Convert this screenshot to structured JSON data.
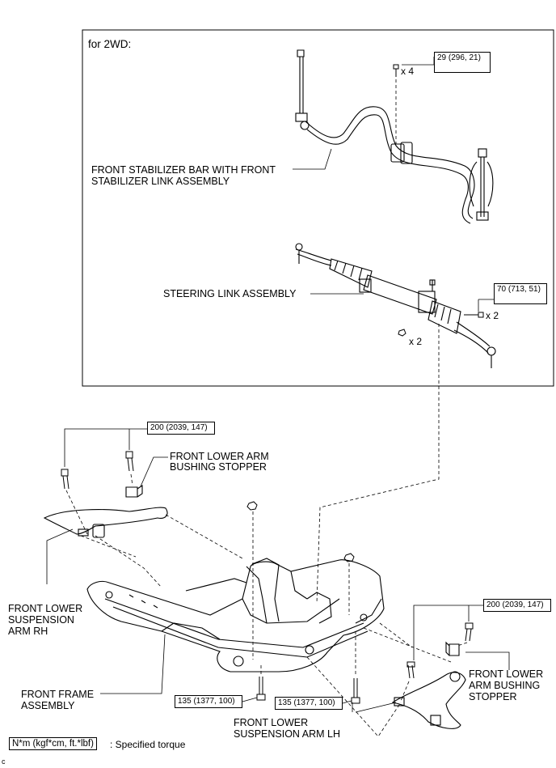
{
  "inset": {
    "title": "for 2WD:"
  },
  "labels": {
    "stabilizer_bar": [
      "FRONT STABILIZER BAR WITH FRONT",
      "STABILIZER LINK ASSEMBLY"
    ],
    "steering_link": "STEERING LINK ASSEMBLY",
    "bushing_stopper_rh": [
      "FRONT LOWER ARM",
      "BUSHING STOPPER"
    ],
    "suspension_arm_rh": [
      "FRONT LOWER",
      "SUSPENSION",
      "ARM RH"
    ],
    "front_frame": [
      "FRONT FRAME",
      "ASSEMBLY"
    ],
    "suspension_arm_lh": [
      "FRONT LOWER",
      "SUSPENSION ARM LH"
    ],
    "bushing_stopper_lh": [
      "FRONT LOWER",
      "ARM BUSHING",
      "STOPPER"
    ]
  },
  "torques": {
    "stabilizer_bolts": "29 (296, 21)",
    "steering_bolts": "70 (713, 51)",
    "arm_rh_bolts": "200 (2039, 147)",
    "arm_lh_bolts": "200 (2039, 147)",
    "frame_bolt_left": "135 (1377, 100)",
    "frame_bolt_right": "135 (1377, 100)"
  },
  "quantities": {
    "stabilizer_bolts": "x 4",
    "steering_bolts": "x 2",
    "steering_nuts": "x 2"
  },
  "legend": {
    "unit": "N*m (kgf*cm, ft.*lbf)",
    "description": ": Specified torque"
  },
  "corner_mark": "c"
}
